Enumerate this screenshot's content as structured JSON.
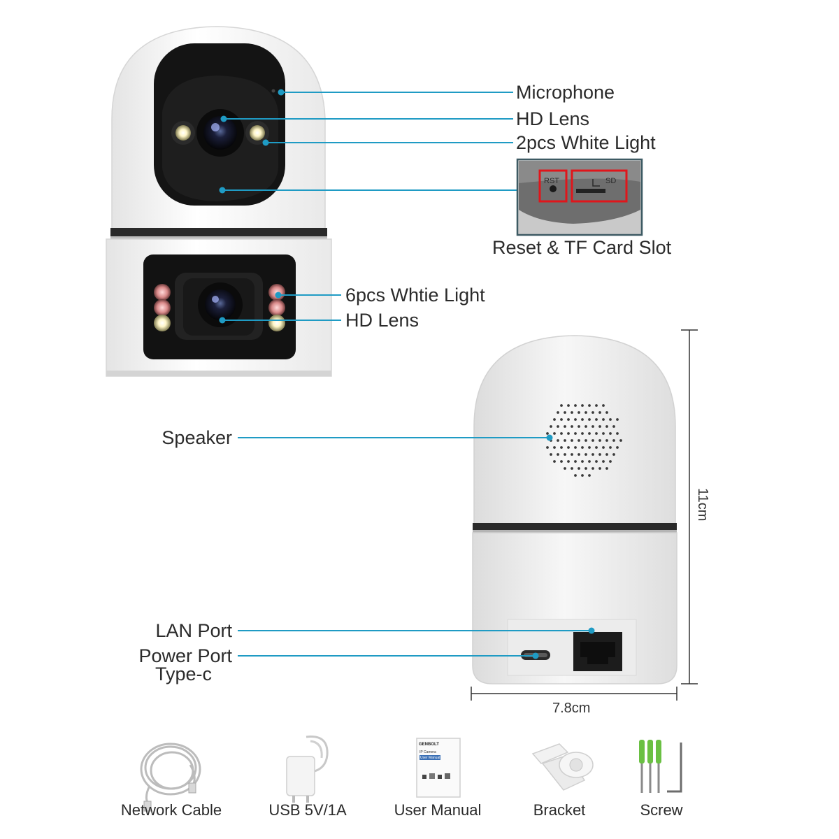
{
  "front_callouts": {
    "microphone": "Microphone",
    "hd_lens_top": "HD Lens",
    "white_light_top": "2pcs White Light",
    "reset_slot": "Reset & TF Card Slot",
    "white_light_bottom": "6pcs Whtie Light",
    "hd_lens_bottom": "HD Lens"
  },
  "inset": {
    "rst_label": "RST",
    "sd_label": "SD"
  },
  "back_callouts": {
    "speaker": "Speaker",
    "lan_port": "LAN Port",
    "power_port": "Power Port",
    "power_type": "Type-c"
  },
  "dimensions": {
    "height": "11cm",
    "width": "7.8cm"
  },
  "accessories": [
    {
      "label": "Network Cable",
      "icon": "network-cable-icon"
    },
    {
      "label": "USB 5V/1A",
      "icon": "usb-adapter-icon"
    },
    {
      "label": "User Manual",
      "icon": "user-manual-icon"
    },
    {
      "label": "Bracket",
      "icon": "bracket-icon"
    },
    {
      "label": "Screw",
      "icon": "screw-icon"
    }
  ],
  "manual_cover": {
    "brand": "GENBOLT",
    "line1": "IP Camera",
    "line2": "User Manual"
  },
  "colors": {
    "callout_line": "#1f9bc4",
    "highlight_box": "#e0151b"
  }
}
